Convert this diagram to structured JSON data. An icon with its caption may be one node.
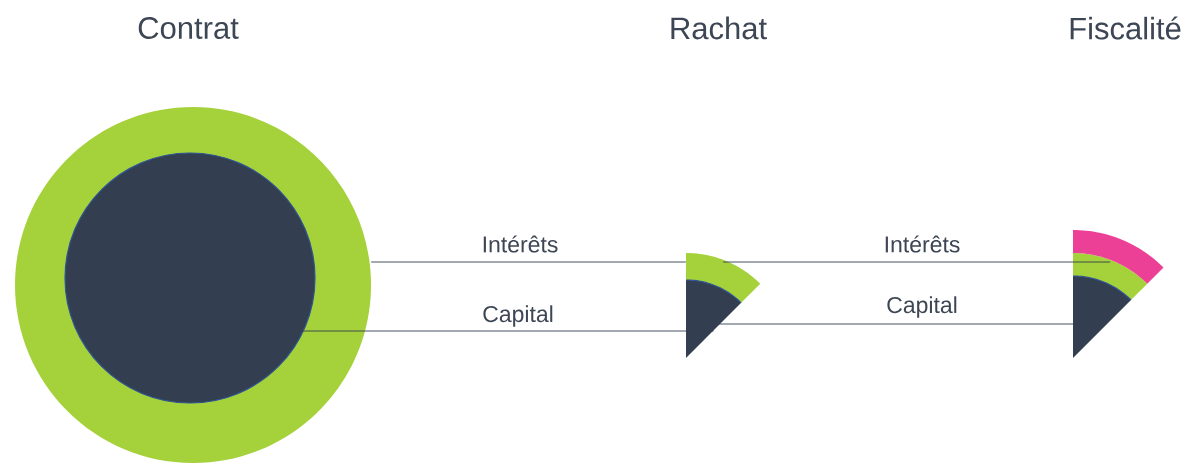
{
  "diagram": {
    "nodes": [
      {
        "text": [],
        "shape": "circle"
      },
      {
        "text": [],
        "shape": "circle",
        "in": 0
      },
      {
        "text": [],
        "shape": "sector"
      },
      {
        "text": [],
        "shape": "sector"
      },
      {
        "text": [],
        "shape": "sector"
      },
      {
        "text": [],
        "shape": "sector"
      },
      {
        "text": [],
        "shape": "sector"
      }
    ],
    "edges": [
      {
        "from": 0,
        "to": 2,
        "arrow": "none",
        "label": "Intérêts"
      },
      {
        "from": 1,
        "to": 3,
        "arrow": "none",
        "label": "Capital"
      },
      {
        "from": 2,
        "to": 4,
        "arrow": "none",
        "label": "Intérêts"
      },
      {
        "from": 3,
        "to": 5,
        "arrow": "none",
        "label": "Capital"
      }
    ],
    "labels": [
      "Contrat",
      "Rachat",
      "Fiscalité"
    ]
  }
}
